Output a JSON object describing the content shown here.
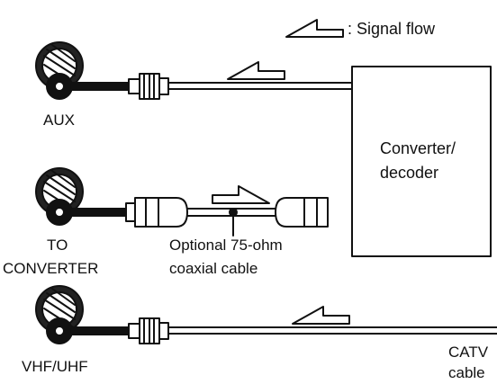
{
  "legend": {
    "text": ": Signal flow",
    "icon": "hollow-arrow-left-icon"
  },
  "ports": [
    {
      "label": "AUX"
    },
    {
      "label": "TO"
    },
    {
      "label": "CONVERTER"
    },
    {
      "label": "VHF/UHF"
    }
  ],
  "box": {
    "line1": "Converter/",
    "line2": "decoder"
  },
  "optional_cable": {
    "line1": "Optional 75-ohm",
    "line2": "coaxial cable"
  },
  "catv": {
    "line1": "CATV",
    "line2": "cable"
  },
  "colors": {
    "ink": "#111111",
    "background": "#ffffff"
  }
}
